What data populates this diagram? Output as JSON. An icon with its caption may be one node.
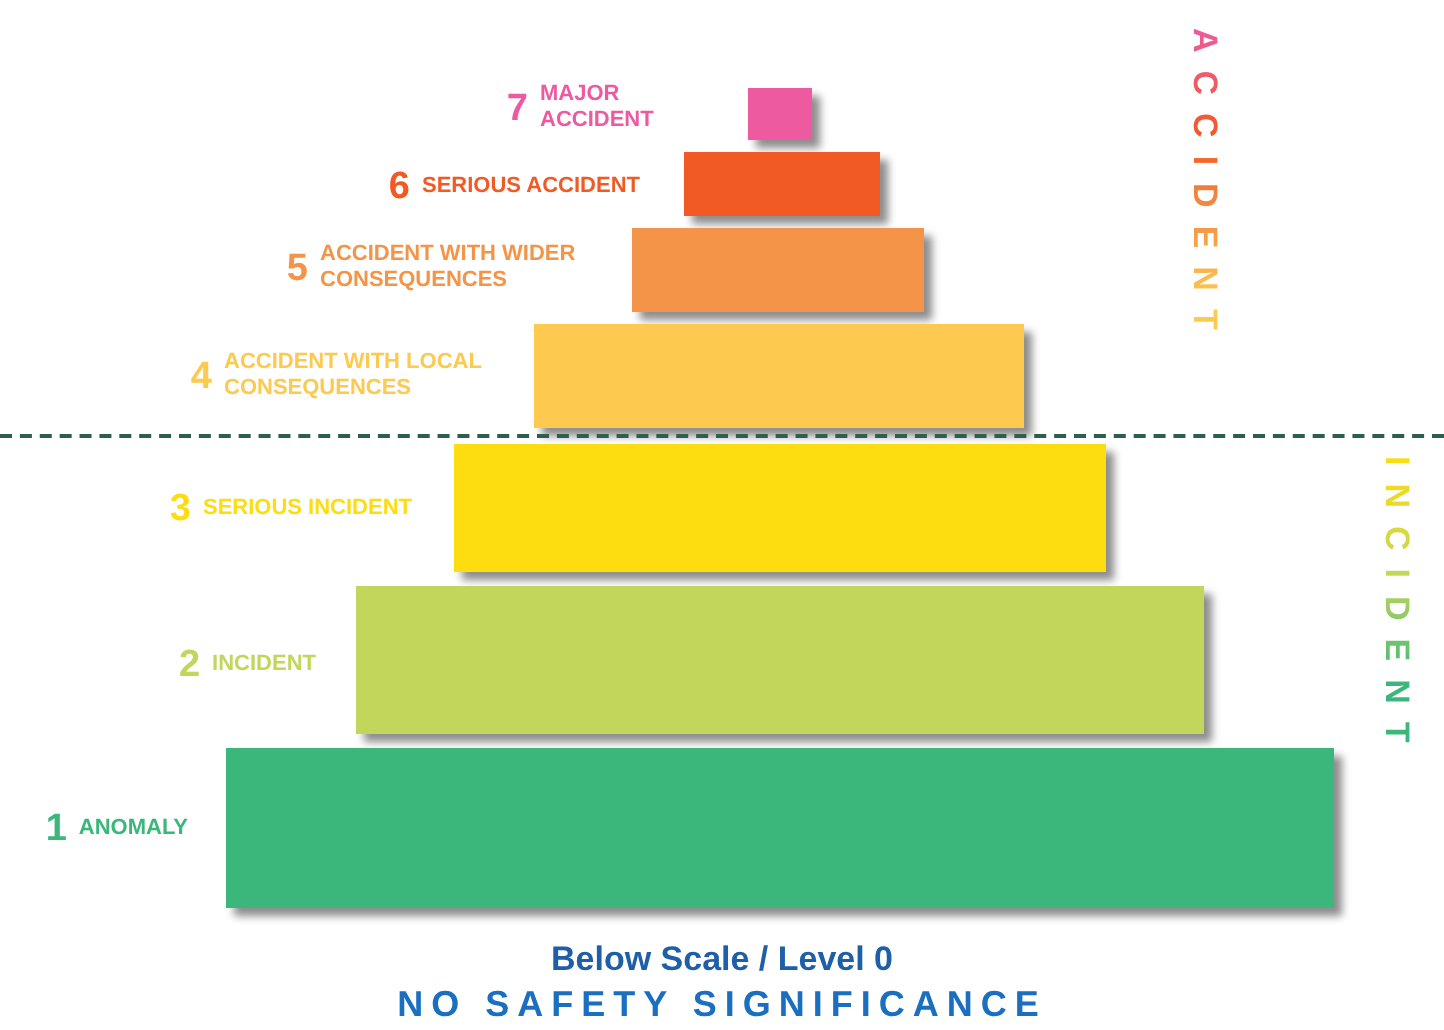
{
  "diagram": {
    "nodes": [
      {
        "text": [],
        "shape": "bar",
        "beside": [
          "7",
          "MAJOR ACCIDENT"
        ]
      },
      {
        "text": [],
        "shape": "bar",
        "beside": [
          "6",
          "SERIOUS ACCIDENT"
        ]
      },
      {
        "text": [],
        "shape": "bar",
        "beside": [
          "5",
          "ACCIDENT WITH WIDER CONSEQUENCES"
        ]
      },
      {
        "text": [],
        "shape": "bar",
        "beside": [
          "4",
          "ACCIDENT WITH LOCAL CONSEQUENCES"
        ]
      },
      {
        "text": [],
        "shape": "bar",
        "beside": [
          "3",
          "SERIOUS INCIDENT"
        ]
      },
      {
        "text": [],
        "shape": "bar",
        "beside": [
          "2",
          "INCIDENT"
        ]
      },
      {
        "text": [],
        "shape": "bar",
        "beside": [
          "1",
          "ANOMALY"
        ]
      }
    ],
    "labels": [
      "ACCIDENT",
      "INCIDENT",
      "Below Scale / Level 0",
      "NO SAFETY SIGNIFICANCE"
    ]
  }
}
